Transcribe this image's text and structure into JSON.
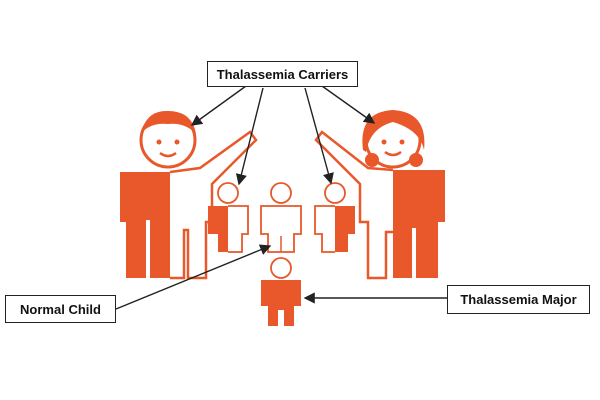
{
  "labels": {
    "carriers": "Thalassemia Carriers",
    "normal_child": "Normal Child",
    "major": "Thalassemia Major"
  },
  "colors": {
    "affected": "#e8582a",
    "outline": "#e8582a",
    "arrow": "#222222",
    "box_border": "#222222"
  },
  "figures": [
    {
      "role": "father",
      "status": "carrier"
    },
    {
      "role": "mother",
      "status": "carrier"
    },
    {
      "role": "child",
      "status": "carrier"
    },
    {
      "role": "child",
      "status": "normal"
    },
    {
      "role": "child",
      "status": "carrier"
    },
    {
      "role": "child",
      "status": "major"
    }
  ]
}
